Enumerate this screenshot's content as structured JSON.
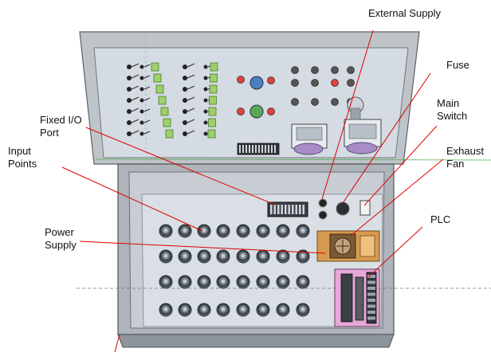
{
  "diagram": {
    "labels": {
      "external_supply": "External Supply",
      "fuse": "Fuse",
      "main_switch_line1": "Main",
      "main_switch_line2": "Switch",
      "exhaust_fan_line1": "Exhaust",
      "exhaust_fan_line2": "Fan",
      "fixed_io_line1": "Fixed I/O",
      "fixed_io_line2": "Port",
      "input_points_line1": "Input",
      "input_points_line2": "Points",
      "power_supply_line1": "Power",
      "power_supply_line2": "Supply",
      "plc": "PLC"
    },
    "colors": {
      "leader_line": "#e00000",
      "cabinet": "#bcc0c4",
      "panel": "#d6dde4",
      "terminal_green": "#9bd06a",
      "terminal_red": "#e04040",
      "power_supply_body": "#d89a4e",
      "plc_body": "#e6a8d8",
      "guide_line": "#4caf50"
    },
    "icons": [
      "input-terminal-icon",
      "switch-icon",
      "lamp-icon",
      "fan-icon",
      "fuse-icon",
      "connector-icon"
    ]
  }
}
